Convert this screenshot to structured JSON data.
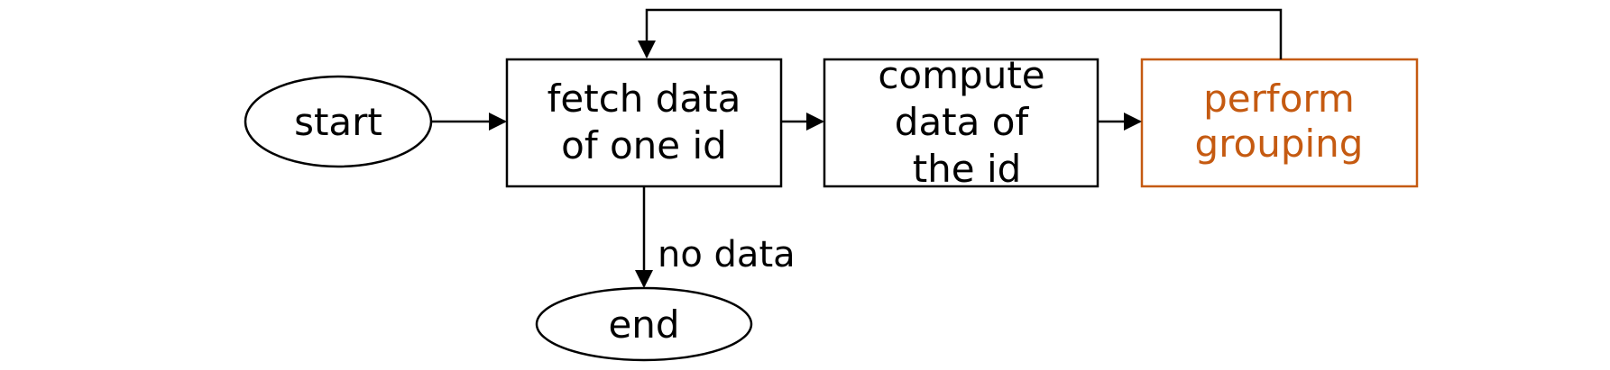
{
  "colors": {
    "default": "#000000",
    "highlight": "#c55a11"
  },
  "nodes": {
    "start": {
      "label": "start"
    },
    "fetch": {
      "line1": "fetch data",
      "line2": "of one id"
    },
    "compute": {
      "line1": "compute",
      "line2": "data of",
      "line3": "the id"
    },
    "group": {
      "line1": "perform",
      "line2": "grouping"
    },
    "end": {
      "label": "end"
    }
  },
  "edges": {
    "no_data_label": "no data"
  }
}
